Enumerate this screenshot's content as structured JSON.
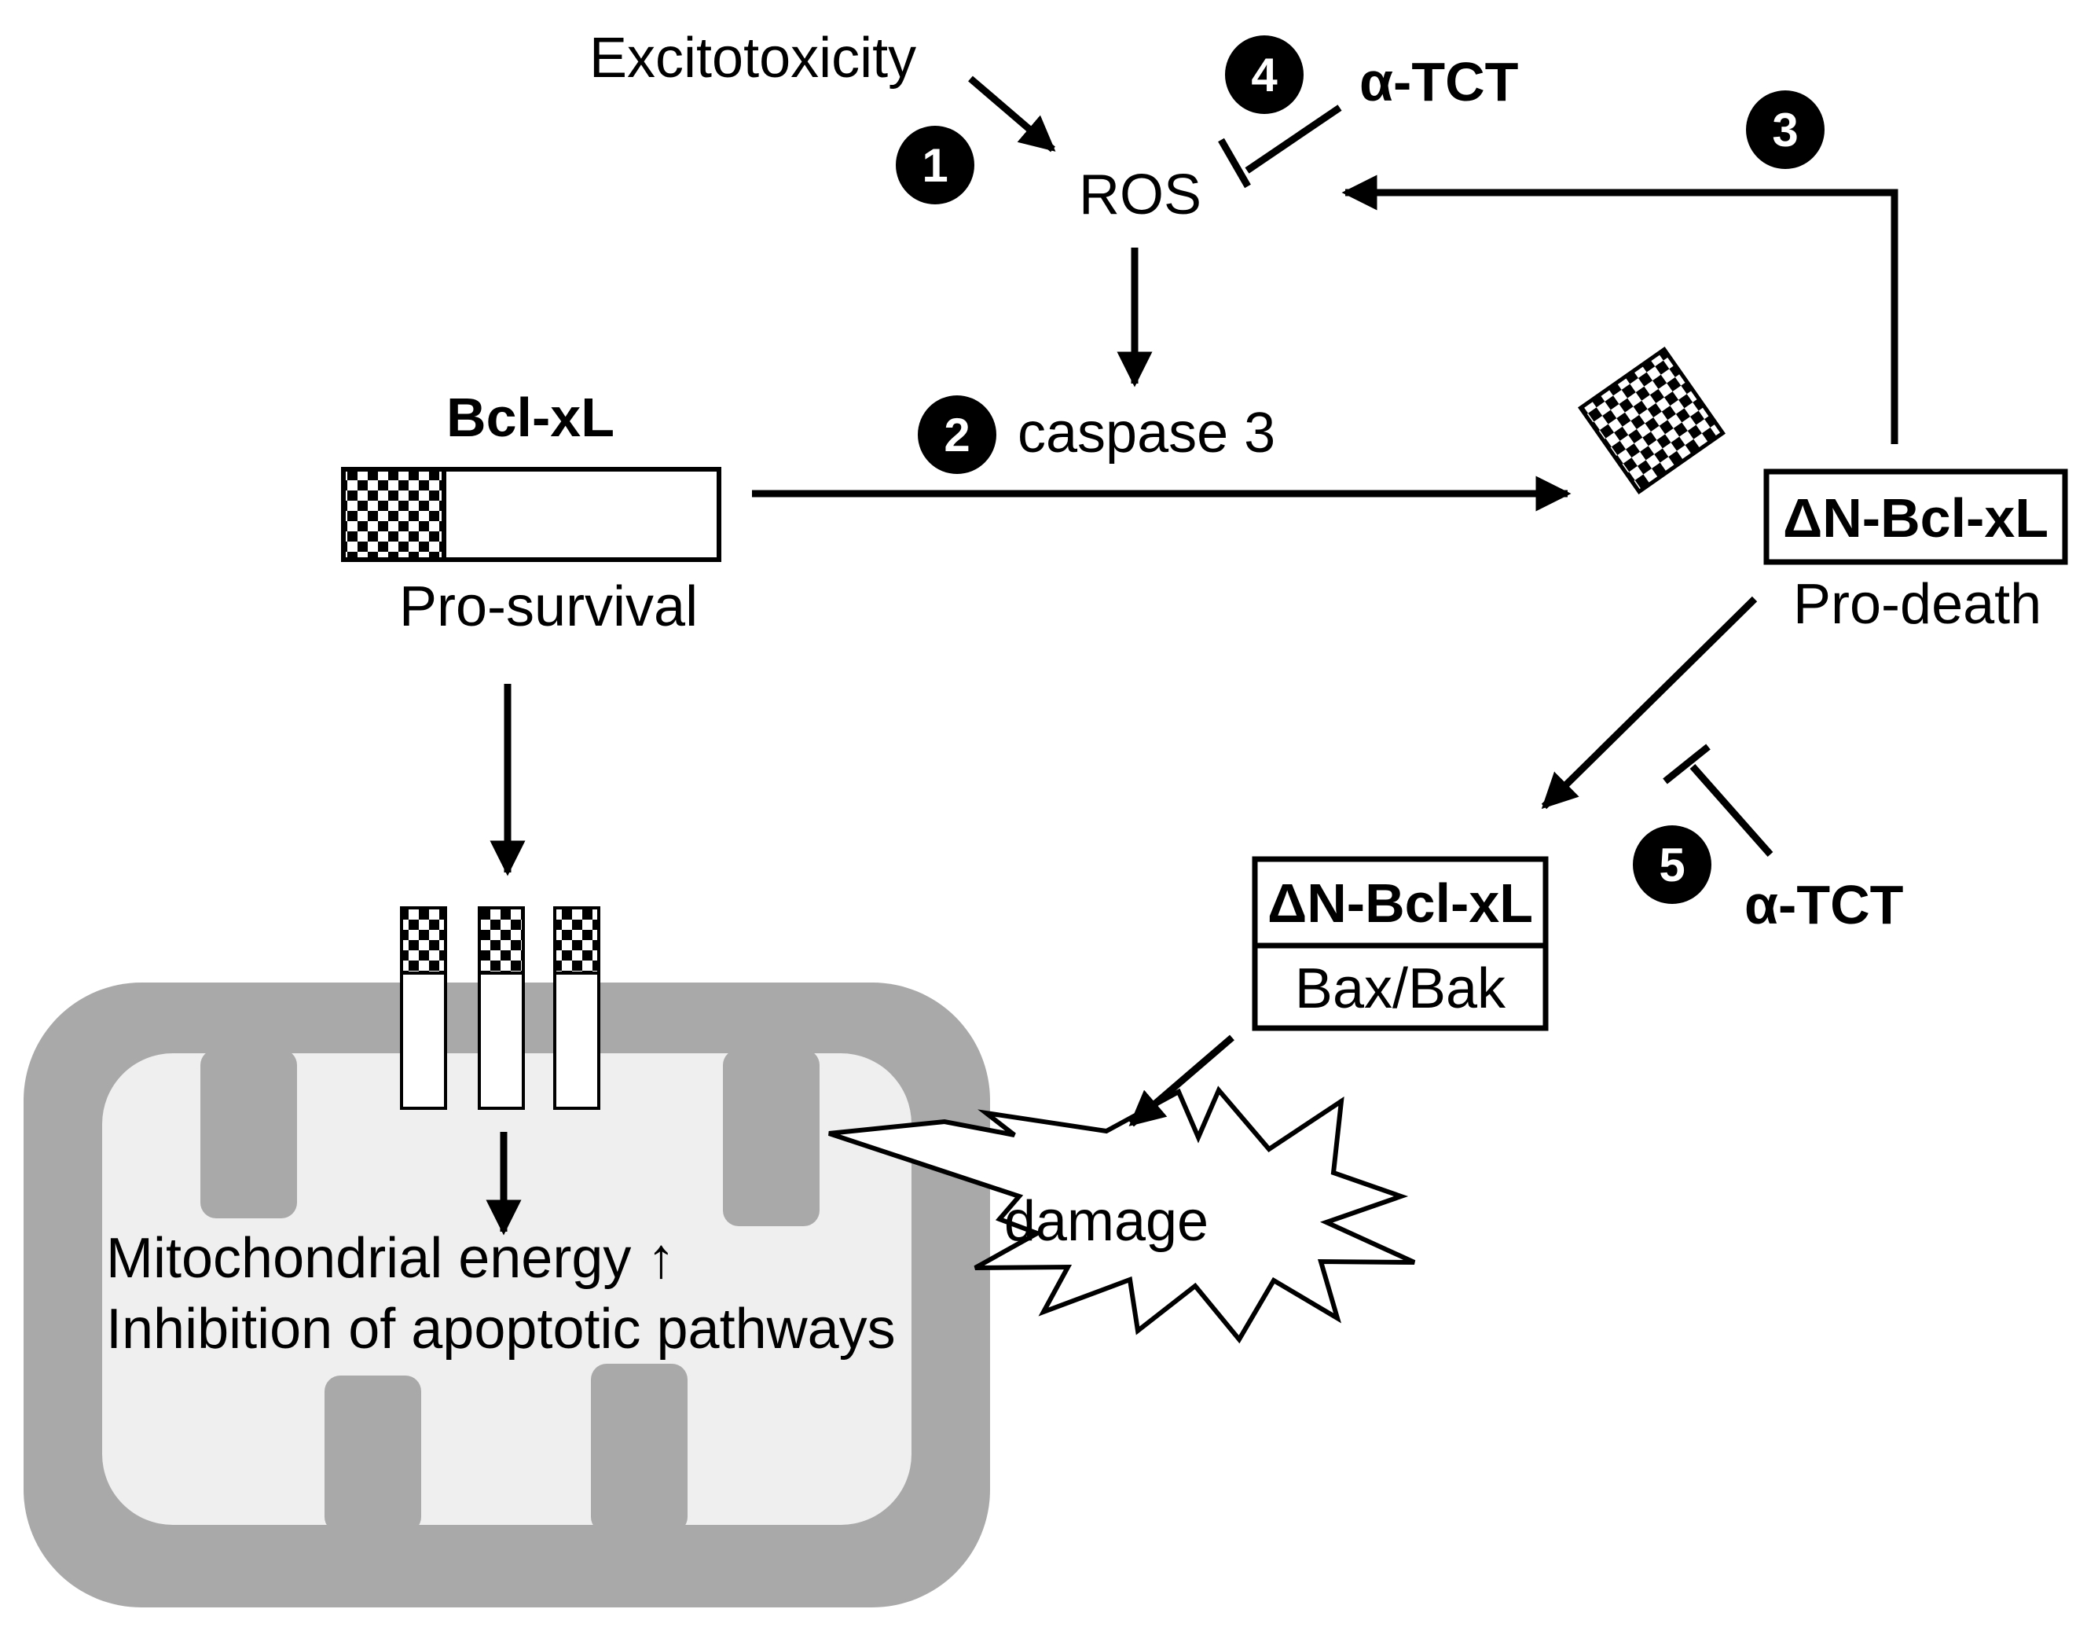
{
  "labels": {
    "excitotoxicity": "Excitotoxicity",
    "ros": "ROS",
    "caspase": "caspase 3",
    "bcl_xl": "Bcl-xL",
    "pro_survival": "Pro-survival",
    "dn_bcl_xl_top": "ΔN-Bcl-xL",
    "pro_death": "Pro-death",
    "dn_bcl_xl_complex": "ΔN-Bcl-xL",
    "bax_bak": "Bax/Bak",
    "atct_top": "α-TCT",
    "atct_bottom": "α-TCT",
    "damage": "damage",
    "mito_energy": "Mitochondrial energy  ↑",
    "inhibition": "Inhibition of apoptotic pathways"
  },
  "steps": [
    "1",
    "2",
    "3",
    "4",
    "5"
  ],
  "colors": {
    "membrane": "#a9a9a9",
    "matrix": "#efefef",
    "ink": "#000000",
    "paper": "#ffffff"
  }
}
